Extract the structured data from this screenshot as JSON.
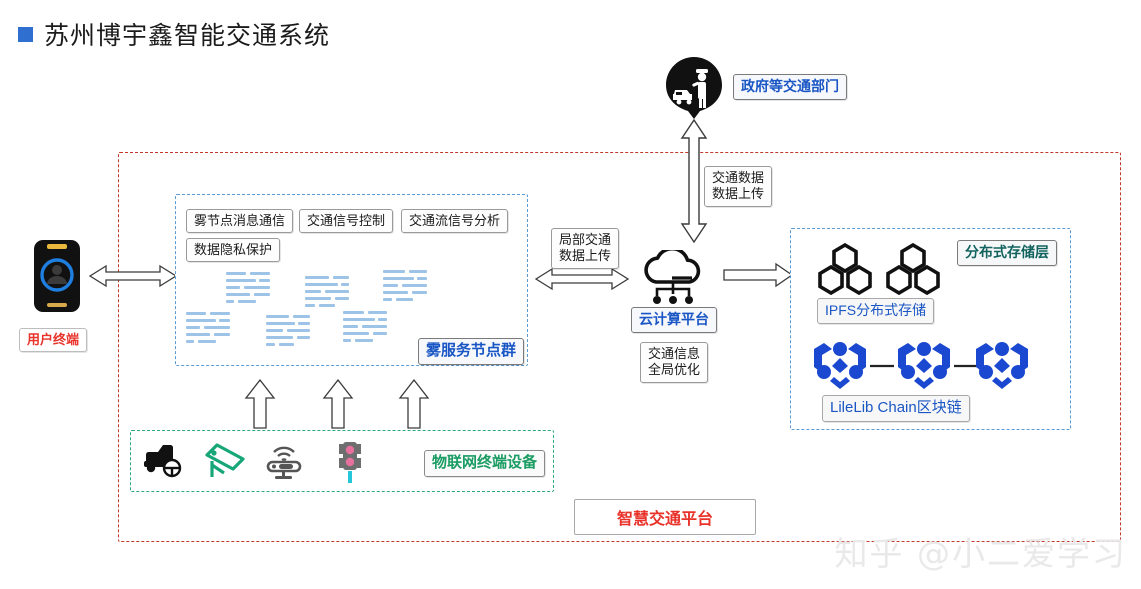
{
  "header": {
    "title": "苏州博宇鑫智能交通系统",
    "bullet_color": "#2f6fd0"
  },
  "watermark": {
    "text": "知乎 @小二爱学习"
  },
  "platform": {
    "outer_label": "智慧交通平台",
    "outer_border_color": "#c0392b"
  },
  "government": {
    "label": "政府等交通部门",
    "icon": "traffic-police-icon",
    "uplink_label_line1": "交通数据",
    "uplink_label_line2": "数据上传"
  },
  "user_terminal": {
    "label": "用户终端",
    "icon": "smartphone-user-icon",
    "label_color": "#e8322a"
  },
  "fog": {
    "group_label": "雾服务节点群",
    "border_color": "#5b9bd5",
    "services": [
      {
        "label": "雾节点消息通信"
      },
      {
        "label": "交通信号控制"
      },
      {
        "label": "交通流信号分析"
      },
      {
        "label": "数据隐私保护"
      }
    ],
    "node_icon": "fog-node-document-icon",
    "node_count": 6
  },
  "cloud": {
    "label": "云计算平台",
    "icon": "cloud-computing-icon",
    "in_label_line1": "局部交通",
    "in_label_line2": "数据上传",
    "out_label_line1": "交通信息",
    "out_label_line2": "全局优化"
  },
  "storage": {
    "layer_label": "分布式存储层",
    "layer_label_color": "#12635f",
    "ipfs_label": "IPFS分布式存储",
    "ipfs_icon": "hexagon-cluster-icon",
    "blockchain_label": "LileLib Chain区块链",
    "blockchain_icon": "blockchain-node-icon",
    "border_color": "#5b9bd5"
  },
  "iot": {
    "group_label": "物联网终端设备",
    "label_color": "#1a9c63",
    "border_color": "#2aa97a",
    "devices": [
      {
        "name": "connected-car-icon"
      },
      {
        "name": "surveillance-camera-icon"
      },
      {
        "name": "roadside-sensor-icon"
      },
      {
        "name": "traffic-light-icon"
      }
    ]
  },
  "connections": {
    "user_to_fog": "bidirectional",
    "fog_to_cloud": "bidirectional",
    "cloud_to_storage": "unidirectional",
    "cloud_to_government": "bidirectional",
    "iot_to_fog": "unidirectional"
  }
}
